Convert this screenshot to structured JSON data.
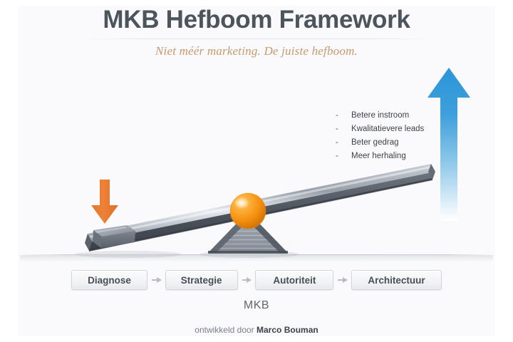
{
  "header": {
    "title": "MKB Hefboom Framework",
    "subtitle": "Niet méér marketing. De juiste hefboom.",
    "title_color": "#4c545c",
    "subtitle_color": "#c79a6d"
  },
  "benefits": {
    "bullet_marker": "-",
    "items": [
      {
        "label": "Betere instroom"
      },
      {
        "label": "Kwalitatievere leads"
      },
      {
        "label": "Beter gedrag"
      },
      {
        "label": "Meer herhaling"
      }
    ]
  },
  "diagram": {
    "up_arrow": {
      "icon": "arrow-up-icon",
      "color_top": "#2d96d8",
      "color_bottom": "#ffffff"
    },
    "down_arrow": {
      "icon": "arrow-down-icon",
      "color": "#e8772e"
    },
    "fulcrum_sphere": {
      "icon": "sphere-icon",
      "color": "#f59a1e"
    },
    "fulcrum_triangle": {
      "icon": "triangle-icon",
      "color": "#8d949d"
    },
    "lever_beam": {
      "icon": "lever-beam-icon",
      "color": "#7c848e"
    },
    "load_block": {
      "icon": "block-icon",
      "color": "#7d858f"
    }
  },
  "pipeline": {
    "steps": [
      {
        "label": "Diagnose",
        "width": 107
      },
      {
        "label": "Strategie",
        "width": 102
      },
      {
        "label": "Autoriteit",
        "width": 110
      },
      {
        "label": "Architectuur",
        "width": 127
      }
    ],
    "arrow_icon": "arrow-right-icon",
    "box_border_color": "#d2d5da"
  },
  "labels": {
    "mkb": "MKB"
  },
  "footer": {
    "prefix": "ontwikkeld door ",
    "author": "Marco Bouman"
  }
}
